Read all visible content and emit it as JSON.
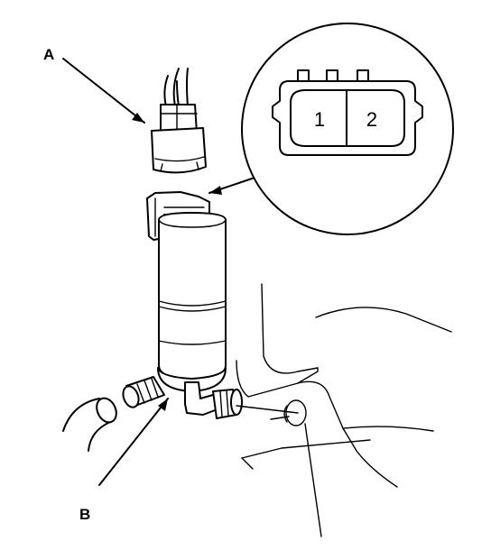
{
  "callouts": {
    "a": "A",
    "b": "B"
  },
  "connector_detail": {
    "pin_1": "1",
    "pin_2": "2"
  }
}
